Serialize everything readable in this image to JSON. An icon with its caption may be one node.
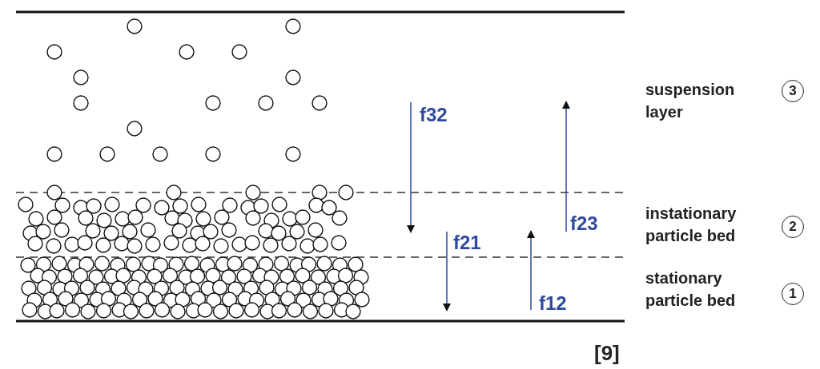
{
  "diagram": {
    "nodes": [
      {
        "text": [
          "3"
        ],
        "beside": [
          "suspension layer"
        ]
      },
      {
        "text": [
          "2"
        ],
        "beside": [
          "instationary particle bed"
        ]
      },
      {
        "text": [
          "1"
        ],
        "beside": [
          "stationary particle bed"
        ]
      }
    ],
    "labels": [
      "f32",
      "f23",
      "f21",
      "f12",
      "[9]"
    ]
  }
}
